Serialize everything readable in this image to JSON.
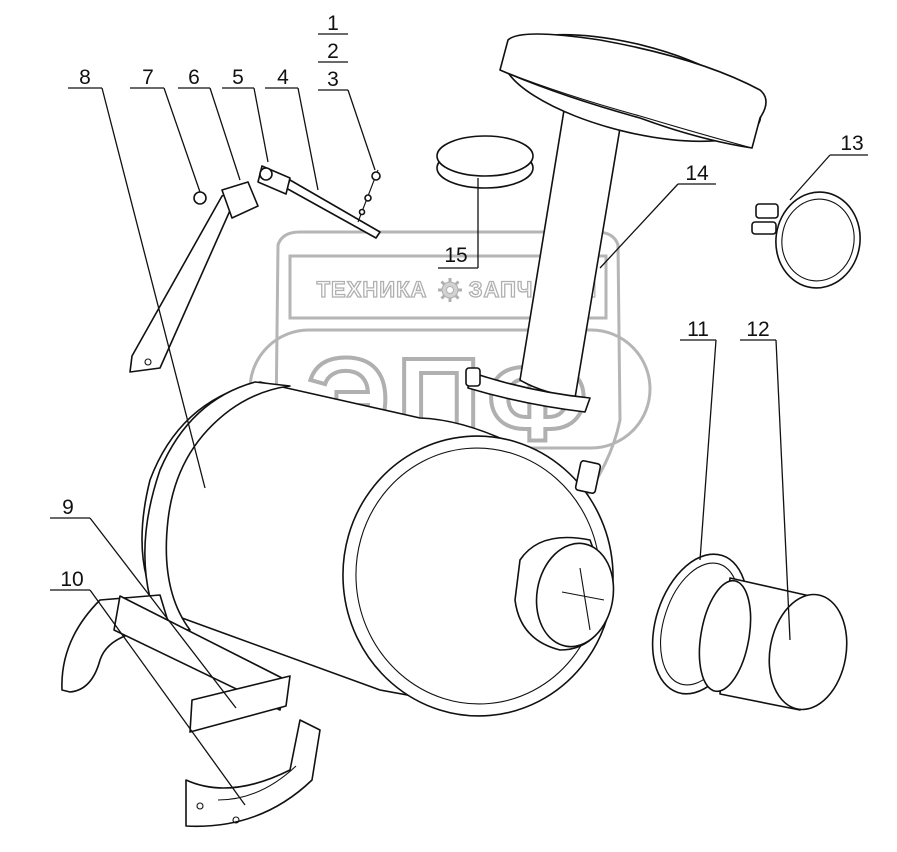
{
  "watermark": {
    "line1_left": "ТЕХНИКА",
    "line1_right": "ЗАПЧАСТИ",
    "logo": "ЭПФ",
    "icon": "gear-icon",
    "color": "#b5b5b5"
  },
  "callouts": {
    "c1": "1",
    "c2": "2",
    "c3": "3",
    "c4": "4",
    "c5": "5",
    "c6": "6",
    "c7": "7",
    "c8": "8",
    "c9": "9",
    "c10": "10",
    "c11": "11",
    "c12": "12",
    "c13": "13",
    "c14": "14",
    "c15": "15"
  }
}
